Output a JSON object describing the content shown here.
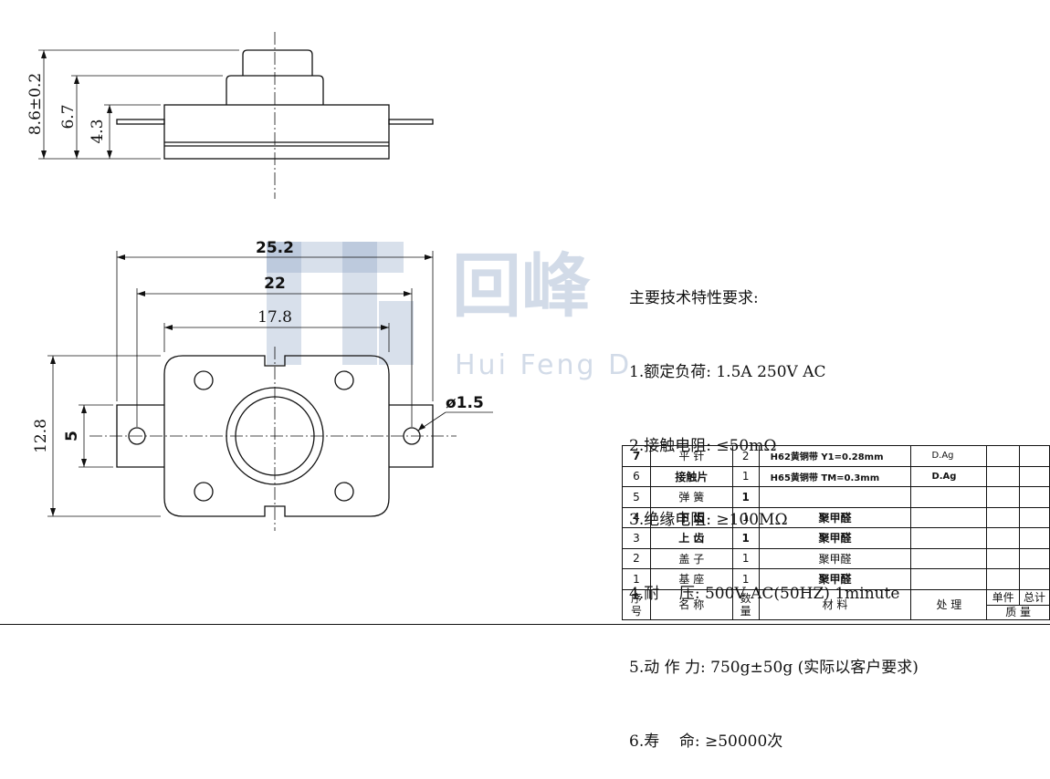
{
  "watermark": {
    "company_cn": "回峰",
    "company_en": "Hui Feng D"
  },
  "dimensions": {
    "total_height": "8.6±0.2",
    "body_height": "6.7",
    "base_height": "4.3",
    "overall_width": "25.2",
    "pin_pitch": "22",
    "body_width": "17.8",
    "body_depth": "12.8",
    "tab_height": "5",
    "hole_diameter": "ø1.5"
  },
  "specs": {
    "title": "主要技术特性要求:",
    "lines": [
      "1.额定负荷: 1.5A 250V AC",
      "2.接触电阻: ≤50mΩ",
      "3.绝缘电阻: ≥100MΩ",
      "4.耐    压: 500V AC(50HZ) 1minute",
      "5.动 作 力: 750g±50g (实际以客户要求)",
      "6.寿    命: ≥50000次"
    ]
  },
  "bom": {
    "rows": [
      {
        "no": "7",
        "name": "平 针",
        "qty": "2",
        "material": "H62黄铜带 Y1=0.28mm",
        "process": "D.Ag"
      },
      {
        "no": "6",
        "name": "接触片",
        "qty": "1",
        "material": "H65黄铜带 TM=0.3mm",
        "process": "D.Ag"
      },
      {
        "no": "5",
        "name": "弹 簧",
        "qty": "1",
        "material": "",
        "process": ""
      },
      {
        "no": "4",
        "name": "下 齿",
        "qty": "1",
        "material": "聚甲醛",
        "process": ""
      },
      {
        "no": "3",
        "name": "上 齿",
        "qty": "1",
        "material": "聚甲醛",
        "process": ""
      },
      {
        "no": "2",
        "name": "盖 子",
        "qty": "1",
        "material": "聚甲醛",
        "process": ""
      },
      {
        "no": "1",
        "name": "基 座",
        "qty": "1",
        "material": "聚甲醛",
        "process": ""
      }
    ],
    "header": {
      "no": "序号",
      "name": "名  称",
      "qty": "数量",
      "material": "材     料",
      "process": "处    理",
      "unit": "单件",
      "total": "总计",
      "mass": "质  量"
    }
  }
}
